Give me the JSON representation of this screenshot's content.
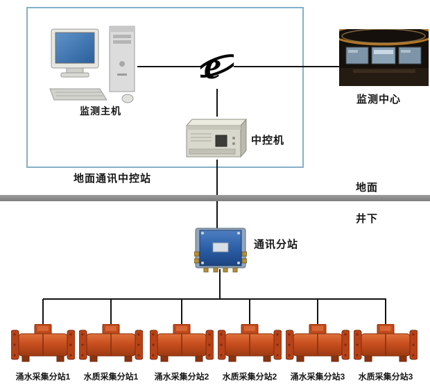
{
  "diagram": {
    "group_label": "地面通讯中控站",
    "monitor_host_label": "监测主机",
    "monitor_center_label": "监测中心",
    "central_control_label": "中控机",
    "surface_label": "地面",
    "underground_label": "井下",
    "substation_label": "通讯分站"
  },
  "devices": [
    {
      "label": "涌水采集分站1"
    },
    {
      "label": "水质采集分站1"
    },
    {
      "label": "涌水采集分站2"
    },
    {
      "label": "水质采集分站2"
    },
    {
      "label": "涌水采集分站3"
    },
    {
      "label": "水质采集分站3"
    }
  ],
  "icons": {
    "internet": "ie-icon"
  },
  "colors": {
    "group_box_border": "#85afc7",
    "divider_gray": "#8a8a8a",
    "device_orange": "#c84e1e",
    "junction_blue": "#2b5fa8",
    "line_black": "#111111"
  }
}
